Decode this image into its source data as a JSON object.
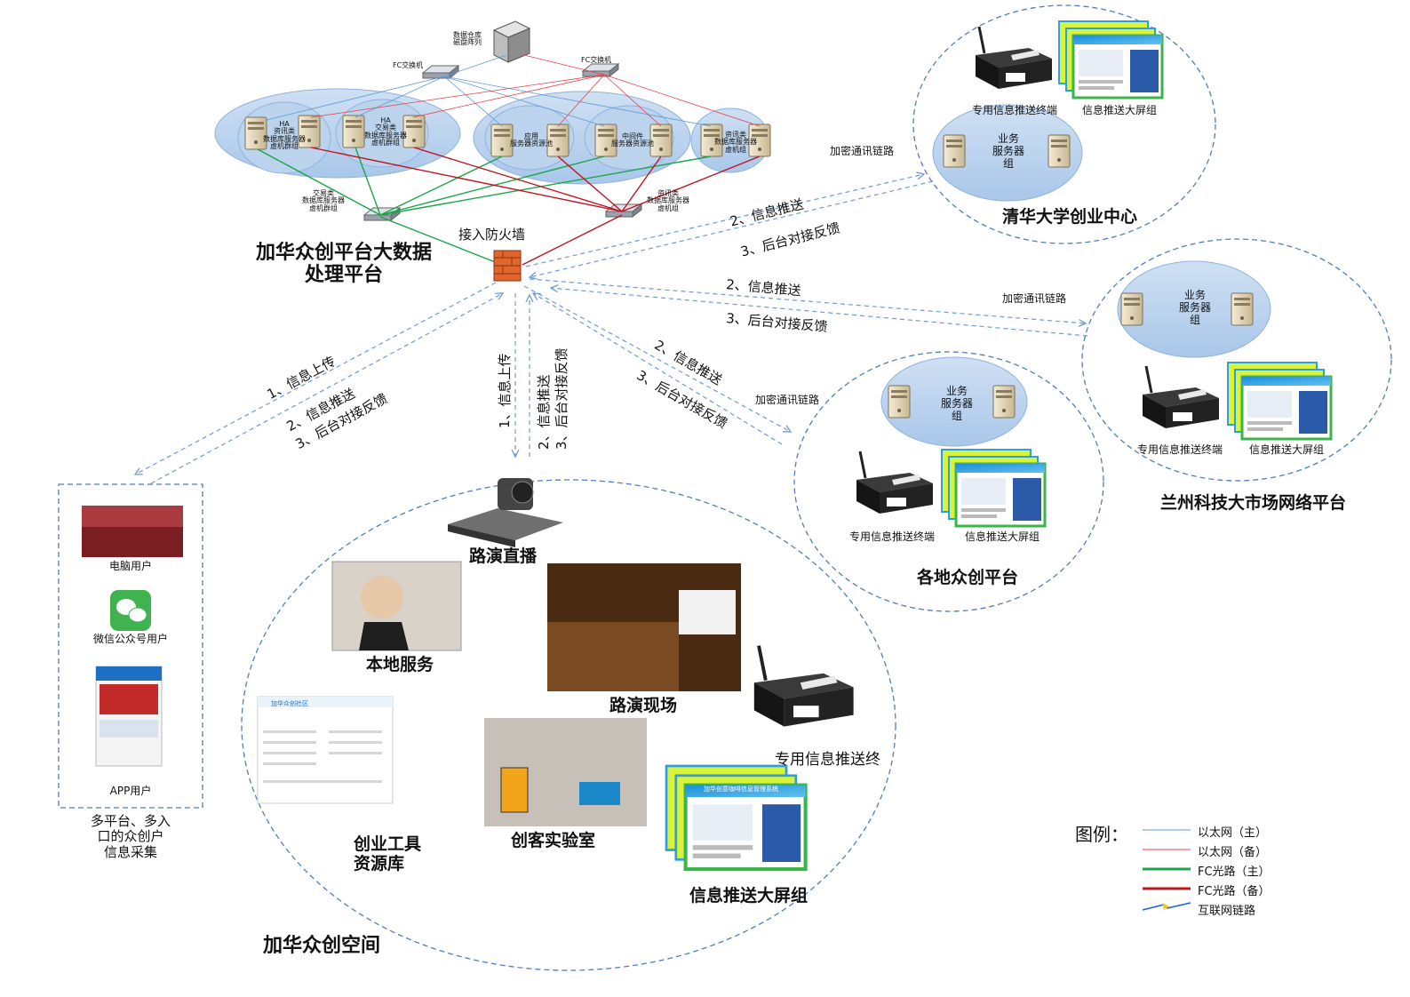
{
  "platform": {
    "title_line1": "加华众创平台大数据",
    "title_line2": "处理平台",
    "firewall_label": "接入防火墙",
    "storage_label_1": "数据仓库",
    "storage_label_2": "磁盘阵列",
    "fc_switch_left": "FC交换机",
    "fc_switch_right": "FC交换机",
    "cluster1": [
      "HA",
      "资讯类",
      "数据库服务器",
      "虚机群组"
    ],
    "cluster2": [
      "HA",
      "交易类",
      "数据库服务器",
      "虚机群组"
    ],
    "cluster3": [
      "应用",
      "服务器资源池"
    ],
    "cluster4": [
      "中间件",
      "服务器资源池"
    ],
    "cluster5": [
      "资讯类",
      "数据库服务器",
      "虚机组"
    ],
    "switch_left_label": [
      "交易类",
      "数据库服务器",
      "虚机群组"
    ],
    "switch_right_label": [
      "资讯类",
      "数据库服务器",
      "虚机组"
    ]
  },
  "links": {
    "tsinghua_push": "2、信息推送",
    "tsinghua_feedback": "3、后台对接反馈",
    "tsinghua_encrypted": "加密通讯链路",
    "lanzhou_push": "2、信息推送",
    "lanzhou_feedback": "3、后台对接反馈",
    "lanzhou_encrypted": "加密通讯链路",
    "local_push": "2、信息推送",
    "local_feedback": "3、后台对接反馈",
    "local_encrypted": "加密通讯链路",
    "users_upload": "1、信息上传",
    "users_push": "2、信息推送",
    "users_feedback": "3、后台对接反馈",
    "space_upload": "1、信息上传",
    "space_push": "2、信息推送",
    "space_feedback": "3、后台对接反馈"
  },
  "tsinghua": {
    "terminal": "专用信息推送终端",
    "screens": "信息推送大屏组",
    "server_group": [
      "业务",
      "服务器",
      "组"
    ],
    "title": "清华大学创业中心"
  },
  "lanzhou": {
    "server_group": [
      "业务",
      "服务器",
      "组"
    ],
    "terminal": "专用信息推送终端",
    "screens": "信息推送大屏组",
    "title": "兰州科技大市场网络平台"
  },
  "local": {
    "server_group": [
      "业务",
      "服务器",
      "组"
    ],
    "terminal": "专用信息推送终端",
    "screens": "信息推送大屏组",
    "title": "各地众创平台"
  },
  "users": {
    "pc": "电脑用户",
    "wechat": "微信公众号用户",
    "app": "APP用户",
    "caption": [
      "多平台、多入",
      "口的众创户",
      "信息采集"
    ]
  },
  "space": {
    "title": "加华众创空间",
    "live": "路演直播",
    "local_service": "本地服务",
    "roadshow_site": "路演现场",
    "tools": [
      "创业工具",
      "资源库"
    ],
    "lab": "创客实验室",
    "terminal": "专用信息推送终",
    "screens": "信息推送大屏组",
    "community_title": "加华众创社区",
    "screen_banner": "加华创意咖啡信息管理系统"
  },
  "legend": {
    "title": "图例：",
    "items": [
      {
        "label": "以太网（主）",
        "color": "#5b9bd5",
        "width": 1
      },
      {
        "label": "以太网（备）",
        "color": "#e8404a",
        "width": 1
      },
      {
        "label": "FC光路（主）",
        "color": "#1aa64a",
        "width": 3
      },
      {
        "label": "FC光路（备）",
        "color": "#c0141e",
        "width": 3
      },
      {
        "label": "互联网链路",
        "color": "#2060d0",
        "width": 1
      }
    ]
  }
}
